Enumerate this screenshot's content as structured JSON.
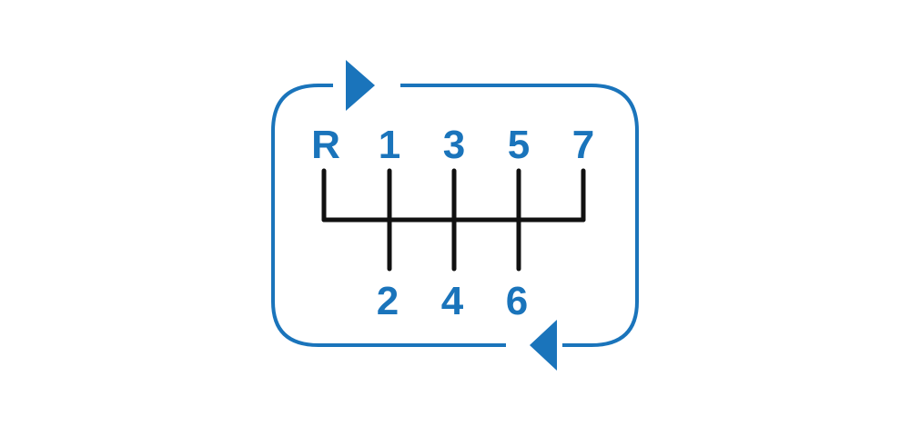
{
  "colors": {
    "accent": "#1a74bb",
    "lines": "#111111",
    "background": "#ffffff"
  },
  "icons": {
    "forward": "arrow-right-icon",
    "backward": "arrow-left-icon"
  },
  "gears": {
    "top": [
      "R",
      "1",
      "3",
      "5",
      "7"
    ],
    "bottom": [
      "2",
      "4",
      "6"
    ]
  }
}
